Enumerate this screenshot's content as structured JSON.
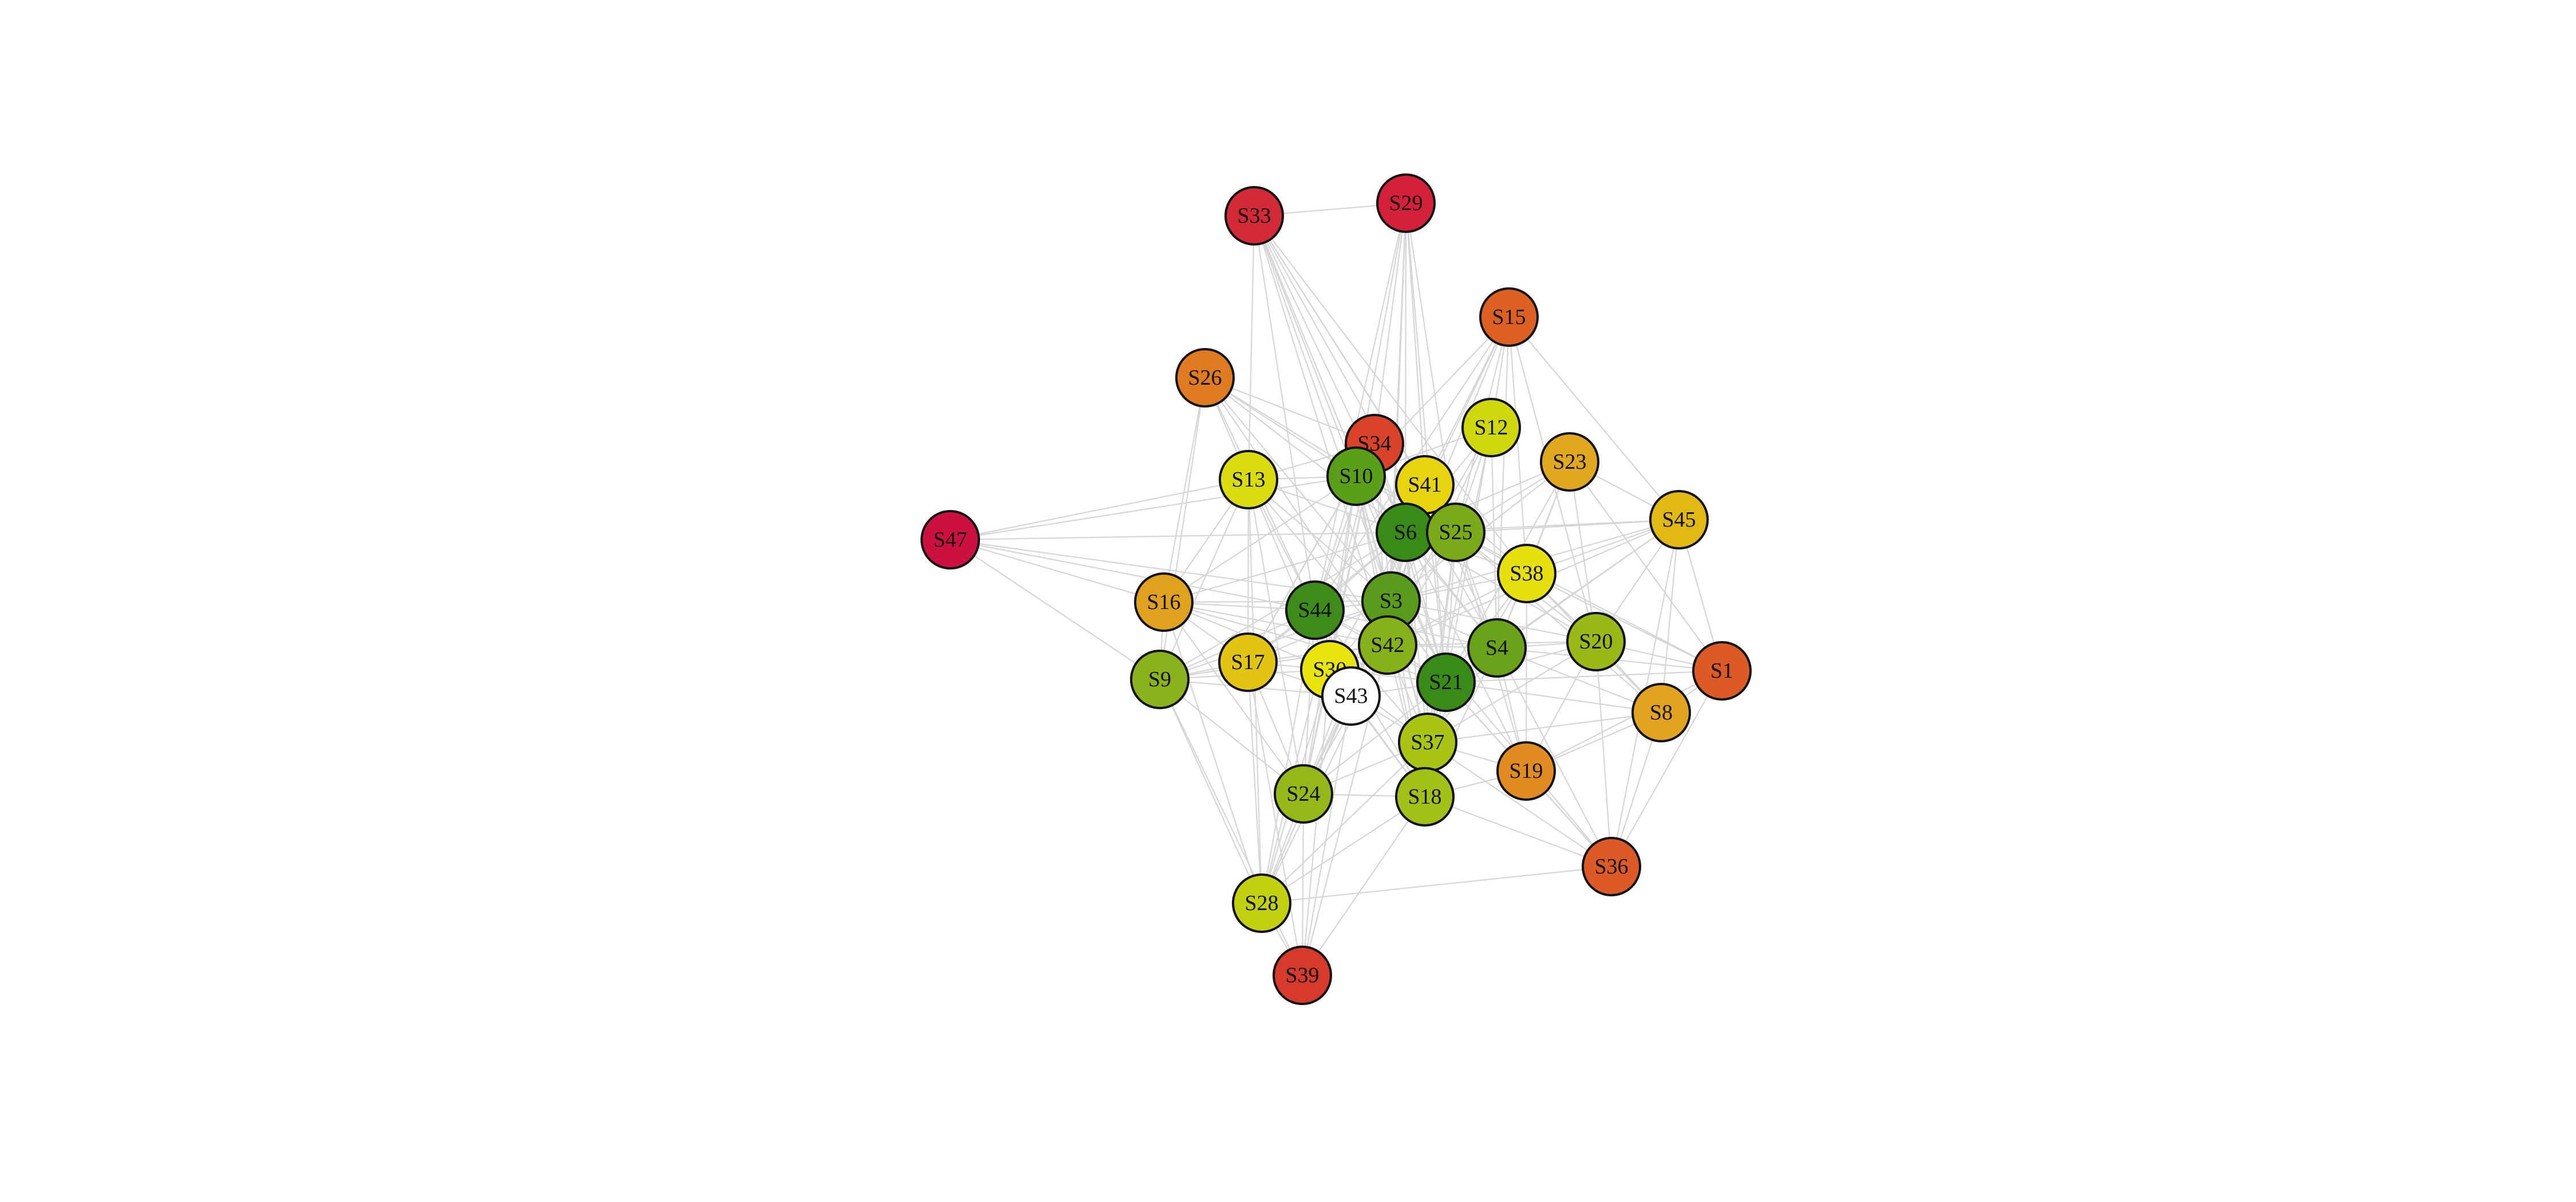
{
  "nodes": [
    {
      "id": "S33",
      "label": "S33",
      "color": "#d22a36"
    },
    {
      "id": "S29",
      "label": "S29",
      "color": "#d4203a"
    },
    {
      "id": "S15",
      "label": "S15",
      "color": "#dc6024"
    },
    {
      "id": "S26",
      "label": "S26",
      "color": "#e07b22"
    },
    {
      "id": "S34",
      "label": "S34",
      "color": "#d8432a"
    },
    {
      "id": "S12",
      "label": "S12",
      "color": "#cfd80e"
    },
    {
      "id": "S23",
      "label": "S23",
      "color": "#e0a820"
    },
    {
      "id": "S13",
      "label": "S13",
      "color": "#d8dc10"
    },
    {
      "id": "S10",
      "label": "S10",
      "color": "#5a9e1a"
    },
    {
      "id": "S41",
      "label": "S41",
      "color": "#e6d410"
    },
    {
      "id": "S45",
      "label": "S45",
      "color": "#e2b814"
    },
    {
      "id": "S47",
      "label": "S47",
      "color": "#cc1040"
    },
    {
      "id": "S6",
      "label": "S6",
      "color": "#3a8a1a"
    },
    {
      "id": "S25",
      "label": "S25",
      "color": "#7aaa1a"
    },
    {
      "id": "S38",
      "label": "S38",
      "color": "#e6e010"
    },
    {
      "id": "S3",
      "label": "S3",
      "color": "#5a9a1c"
    },
    {
      "id": "S16",
      "label": "S16",
      "color": "#e0a020"
    },
    {
      "id": "S44",
      "label": "S44",
      "color": "#3e8a1a"
    },
    {
      "id": "S42",
      "label": "S42",
      "color": "#86b01c"
    },
    {
      "id": "S4",
      "label": "S4",
      "color": "#6aa21c"
    },
    {
      "id": "S20",
      "label": "S20",
      "color": "#9ab818"
    },
    {
      "id": "S1",
      "label": "S1",
      "color": "#dc5a26"
    },
    {
      "id": "S17",
      "label": "S17",
      "color": "#e2c414"
    },
    {
      "id": "S9",
      "label": "S9",
      "color": "#8ab21c"
    },
    {
      "id": "S30",
      "label": "S30",
      "color": "#e8e410"
    },
    {
      "id": "S21",
      "label": "S21",
      "color": "#3a8a1a"
    },
    {
      "id": "S43",
      "label": "S43",
      "color": "#ffffff"
    },
    {
      "id": "S8",
      "label": "S8",
      "color": "#e2a420"
    },
    {
      "id": "S37",
      "label": "S37",
      "color": "#aac416"
    },
    {
      "id": "S19",
      "label": "S19",
      "color": "#e08c22"
    },
    {
      "id": "S24",
      "label": "S24",
      "color": "#96b81a"
    },
    {
      "id": "S18",
      "label": "S18",
      "color": "#a2c018"
    },
    {
      "id": "S36",
      "label": "S36",
      "color": "#dc5a28"
    },
    {
      "id": "S28",
      "label": "S28",
      "color": "#c2d012"
    },
    {
      "id": "S39",
      "label": "S39",
      "color": "#d63a2c"
    }
  ],
  "edges": [
    [
      "S33",
      "S29"
    ],
    [
      "S33",
      "S13"
    ],
    [
      "S33",
      "S10"
    ],
    [
      "S33",
      "S6"
    ],
    [
      "S33",
      "S3"
    ],
    [
      "S33",
      "S44"
    ],
    [
      "S33",
      "S42"
    ],
    [
      "S33",
      "S21"
    ],
    [
      "S33",
      "S25"
    ],
    [
      "S33",
      "S41"
    ],
    [
      "S33",
      "S4"
    ],
    [
      "S33",
      "S38"
    ],
    [
      "S29",
      "S34"
    ],
    [
      "S29",
      "S10"
    ],
    [
      "S29",
      "S41"
    ],
    [
      "S29",
      "S6"
    ],
    [
      "S29",
      "S3"
    ],
    [
      "S29",
      "S25"
    ],
    [
      "S29",
      "S44"
    ],
    [
      "S29",
      "S42"
    ],
    [
      "S29",
      "S21"
    ],
    [
      "S15",
      "S12"
    ],
    [
      "S15",
      "S41"
    ],
    [
      "S15",
      "S6"
    ],
    [
      "S15",
      "S25"
    ],
    [
      "S15",
      "S3"
    ],
    [
      "S15",
      "S45"
    ],
    [
      "S15",
      "S38"
    ],
    [
      "S15",
      "S4"
    ],
    [
      "S15",
      "S20"
    ],
    [
      "S15",
      "S10"
    ],
    [
      "S15",
      "S44"
    ],
    [
      "S26",
      "S13"
    ],
    [
      "S26",
      "S10"
    ],
    [
      "S26",
      "S34"
    ],
    [
      "S26",
      "S6"
    ],
    [
      "S26",
      "S16"
    ],
    [
      "S26",
      "S3"
    ],
    [
      "S26",
      "S44"
    ],
    [
      "S26",
      "S9"
    ],
    [
      "S26",
      "S42"
    ],
    [
      "S26",
      "S25"
    ],
    [
      "S34",
      "S13"
    ],
    [
      "S34",
      "S6"
    ],
    [
      "S34",
      "S3"
    ],
    [
      "S34",
      "S44"
    ],
    [
      "S34",
      "S42"
    ],
    [
      "S34",
      "S21"
    ],
    [
      "S34",
      "S17"
    ],
    [
      "S34",
      "S30"
    ],
    [
      "S34",
      "S24"
    ],
    [
      "S34",
      "S28"
    ],
    [
      "S12",
      "S10"
    ],
    [
      "S12",
      "S6"
    ],
    [
      "S12",
      "S25"
    ],
    [
      "S12",
      "S3"
    ],
    [
      "S12",
      "S42"
    ],
    [
      "S12",
      "S21"
    ],
    [
      "S12",
      "S4"
    ],
    [
      "S12",
      "S37"
    ],
    [
      "S23",
      "S6"
    ],
    [
      "S23",
      "S25"
    ],
    [
      "S23",
      "S38"
    ],
    [
      "S23",
      "S3"
    ],
    [
      "S23",
      "S4"
    ],
    [
      "S23",
      "S21"
    ],
    [
      "S23",
      "S20"
    ],
    [
      "S23",
      "S45"
    ],
    [
      "S23",
      "S1"
    ],
    [
      "S13",
      "S10"
    ],
    [
      "S13",
      "S6"
    ],
    [
      "S13",
      "S3"
    ],
    [
      "S13",
      "S44"
    ],
    [
      "S13",
      "S42"
    ],
    [
      "S13",
      "S16"
    ],
    [
      "S13",
      "S17"
    ],
    [
      "S13",
      "S9"
    ],
    [
      "S13",
      "S30"
    ],
    [
      "S13",
      "S24"
    ],
    [
      "S13",
      "S28"
    ],
    [
      "S10",
      "S6"
    ],
    [
      "S10",
      "S25"
    ],
    [
      "S10",
      "S3"
    ],
    [
      "S10",
      "S44"
    ],
    [
      "S10",
      "S42"
    ],
    [
      "S10",
      "S21"
    ],
    [
      "S10",
      "S4"
    ],
    [
      "S10",
      "S17"
    ],
    [
      "S10",
      "S16"
    ],
    [
      "S10",
      "S30"
    ],
    [
      "S10",
      "S24"
    ],
    [
      "S10",
      "S37"
    ],
    [
      "S10",
      "S18"
    ],
    [
      "S41",
      "S6"
    ],
    [
      "S41",
      "S25"
    ],
    [
      "S41",
      "S38"
    ],
    [
      "S41",
      "S3"
    ],
    [
      "S41",
      "S42"
    ],
    [
      "S41",
      "S21"
    ],
    [
      "S41",
      "S4"
    ],
    [
      "S41",
      "S37"
    ],
    [
      "S45",
      "S25"
    ],
    [
      "S45",
      "S38"
    ],
    [
      "S45",
      "S4"
    ],
    [
      "S45",
      "S20"
    ],
    [
      "S45",
      "S1"
    ],
    [
      "S45",
      "S8"
    ],
    [
      "S45",
      "S21"
    ],
    [
      "S45",
      "S6"
    ],
    [
      "S45",
      "S3"
    ],
    [
      "S45",
      "S42"
    ],
    [
      "S45",
      "S36"
    ],
    [
      "S47",
      "S16"
    ],
    [
      "S47",
      "S13"
    ],
    [
      "S47",
      "S10"
    ],
    [
      "S47",
      "S44"
    ],
    [
      "S47",
      "S6"
    ],
    [
      "S47",
      "S9"
    ],
    [
      "S47",
      "S3"
    ],
    [
      "S6",
      "S25"
    ],
    [
      "S6",
      "S3"
    ],
    [
      "S6",
      "S44"
    ],
    [
      "S6",
      "S42"
    ],
    [
      "S6",
      "S21"
    ],
    [
      "S6",
      "S4"
    ],
    [
      "S6",
      "S38"
    ],
    [
      "S6",
      "S17"
    ],
    [
      "S6",
      "S30"
    ],
    [
      "S6",
      "S43"
    ],
    [
      "S6",
      "S37"
    ],
    [
      "S6",
      "S18"
    ],
    [
      "S6",
      "S24"
    ],
    [
      "S6",
      "S20"
    ],
    [
      "S6",
      "S9"
    ],
    [
      "S6",
      "S16"
    ],
    [
      "S6",
      "S19"
    ],
    [
      "S25",
      "S3"
    ],
    [
      "S25",
      "S42"
    ],
    [
      "S25",
      "S21"
    ],
    [
      "S25",
      "S4"
    ],
    [
      "S25",
      "S38"
    ],
    [
      "S25",
      "S20"
    ],
    [
      "S25",
      "S37"
    ],
    [
      "S25",
      "S18"
    ],
    [
      "S25",
      "S8"
    ],
    [
      "S25",
      "S19"
    ],
    [
      "S25",
      "S1"
    ],
    [
      "S38",
      "S4"
    ],
    [
      "S38",
      "S20"
    ],
    [
      "S38",
      "S21"
    ],
    [
      "S38",
      "S42"
    ],
    [
      "S38",
      "S3"
    ],
    [
      "S38",
      "S37"
    ],
    [
      "S38",
      "S1"
    ],
    [
      "S38",
      "S8"
    ],
    [
      "S38",
      "S19"
    ],
    [
      "S3",
      "S44"
    ],
    [
      "S3",
      "S42"
    ],
    [
      "S3",
      "S21"
    ],
    [
      "S3",
      "S4"
    ],
    [
      "S3",
      "S17"
    ],
    [
      "S3",
      "S30"
    ],
    [
      "S3",
      "S43"
    ],
    [
      "S3",
      "S37"
    ],
    [
      "S3",
      "S18"
    ],
    [
      "S3",
      "S24"
    ],
    [
      "S3",
      "S9"
    ],
    [
      "S3",
      "S16"
    ],
    [
      "S3",
      "S20"
    ],
    [
      "S3",
      "S28"
    ],
    [
      "S3",
      "S36"
    ],
    [
      "S16",
      "S44"
    ],
    [
      "S16",
      "S17"
    ],
    [
      "S16",
      "S9"
    ],
    [
      "S16",
      "S30"
    ],
    [
      "S16",
      "S42"
    ],
    [
      "S16",
      "S24"
    ],
    [
      "S16",
      "S28"
    ],
    [
      "S16",
      "S21"
    ],
    [
      "S44",
      "S42"
    ],
    [
      "S44",
      "S17"
    ],
    [
      "S44",
      "S30"
    ],
    [
      "S44",
      "S43"
    ],
    [
      "S44",
      "S21"
    ],
    [
      "S44",
      "S9"
    ],
    [
      "S44",
      "S24"
    ],
    [
      "S44",
      "S28"
    ],
    [
      "S44",
      "S37"
    ],
    [
      "S44",
      "S18"
    ],
    [
      "S44",
      "S4"
    ],
    [
      "S42",
      "S21"
    ],
    [
      "S42",
      "S4"
    ],
    [
      "S42",
      "S30"
    ],
    [
      "S42",
      "S43"
    ],
    [
      "S42",
      "S37"
    ],
    [
      "S42",
      "S18"
    ],
    [
      "S42",
      "S24"
    ],
    [
      "S42",
      "S28"
    ],
    [
      "S42",
      "S20"
    ],
    [
      "S42",
      "S17"
    ],
    [
      "S42",
      "S9"
    ],
    [
      "S42",
      "S39"
    ],
    [
      "S4",
      "S20"
    ],
    [
      "S4",
      "S21"
    ],
    [
      "S4",
      "S37"
    ],
    [
      "S4",
      "S18"
    ],
    [
      "S4",
      "S19"
    ],
    [
      "S4",
      "S8"
    ],
    [
      "S4",
      "S1"
    ],
    [
      "S4",
      "S36"
    ],
    [
      "S20",
      "S1"
    ],
    [
      "S20",
      "S8"
    ],
    [
      "S20",
      "S19"
    ],
    [
      "S20",
      "S21"
    ],
    [
      "S20",
      "S36"
    ],
    [
      "S20",
      "S37"
    ],
    [
      "S1",
      "S8"
    ],
    [
      "S1",
      "S36"
    ],
    [
      "S1",
      "S19"
    ],
    [
      "S1",
      "S21"
    ],
    [
      "S17",
      "S9"
    ],
    [
      "S17",
      "S30"
    ],
    [
      "S17",
      "S24"
    ],
    [
      "S17",
      "S28"
    ],
    [
      "S17",
      "S43"
    ],
    [
      "S17",
      "S39"
    ],
    [
      "S9",
      "S30"
    ],
    [
      "S9",
      "S24"
    ],
    [
      "S9",
      "S28"
    ],
    [
      "S9",
      "S39"
    ],
    [
      "S9",
      "S43"
    ],
    [
      "S30",
      "S43"
    ],
    [
      "S30",
      "S21"
    ],
    [
      "S30",
      "S24"
    ],
    [
      "S30",
      "S28"
    ],
    [
      "S30",
      "S39"
    ],
    [
      "S30",
      "S37"
    ],
    [
      "S30",
      "S18"
    ],
    [
      "S21",
      "S37"
    ],
    [
      "S21",
      "S18"
    ],
    [
      "S21",
      "S19"
    ],
    [
      "S21",
      "S8"
    ],
    [
      "S21",
      "S36"
    ],
    [
      "S21",
      "S24"
    ],
    [
      "S21",
      "S43"
    ],
    [
      "S43",
      "S24"
    ],
    [
      "S43",
      "S28"
    ],
    [
      "S43",
      "S39"
    ],
    [
      "S43",
      "S37"
    ],
    [
      "S43",
      "S18"
    ],
    [
      "S8",
      "S19"
    ],
    [
      "S8",
      "S36"
    ],
    [
      "S8",
      "S37"
    ],
    [
      "S37",
      "S18"
    ],
    [
      "S37",
      "S19"
    ],
    [
      "S37",
      "S24"
    ],
    [
      "S37",
      "S36"
    ],
    [
      "S37",
      "S28"
    ],
    [
      "S19",
      "S36"
    ],
    [
      "S19",
      "S18"
    ],
    [
      "S24",
      "S18"
    ],
    [
      "S24",
      "S28"
    ],
    [
      "S24",
      "S39"
    ],
    [
      "S18",
      "S36"
    ],
    [
      "S18",
      "S28"
    ],
    [
      "S18",
      "S39"
    ],
    [
      "S36",
      "S28"
    ],
    [
      "S28",
      "S39"
    ]
  ]
}
